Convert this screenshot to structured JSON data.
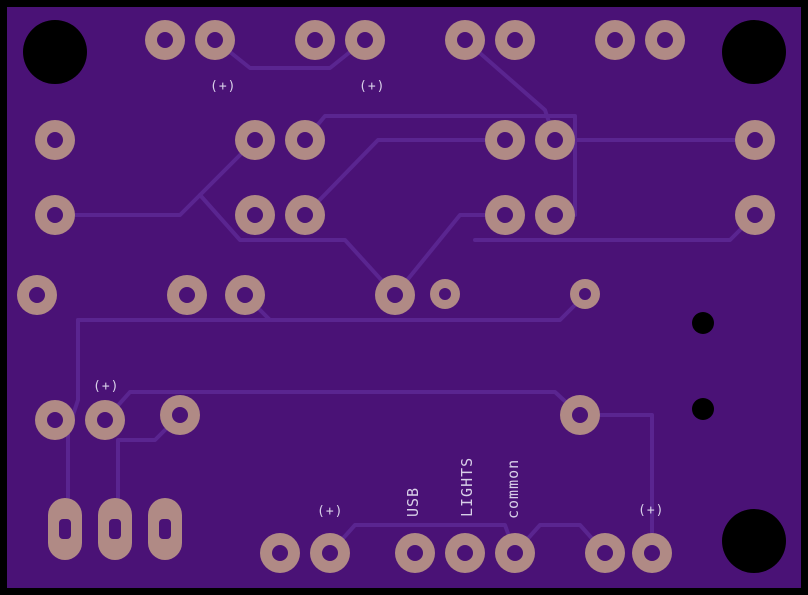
{
  "colors": {
    "outline": "#000000",
    "board": "#4a1276",
    "trace": "#5a2590",
    "pad": "#b08a85",
    "drill": "#4a1276",
    "hole": "#000000",
    "silkscreen": "#d8d0e8"
  },
  "labels": {
    "plus_1": "(+)",
    "plus_2": "(+)",
    "plus_3": "(+)",
    "plus_4": "(+)",
    "plus_5": "(+)",
    "usb": "USB",
    "lights": "LIGHTS",
    "common": "common"
  }
}
